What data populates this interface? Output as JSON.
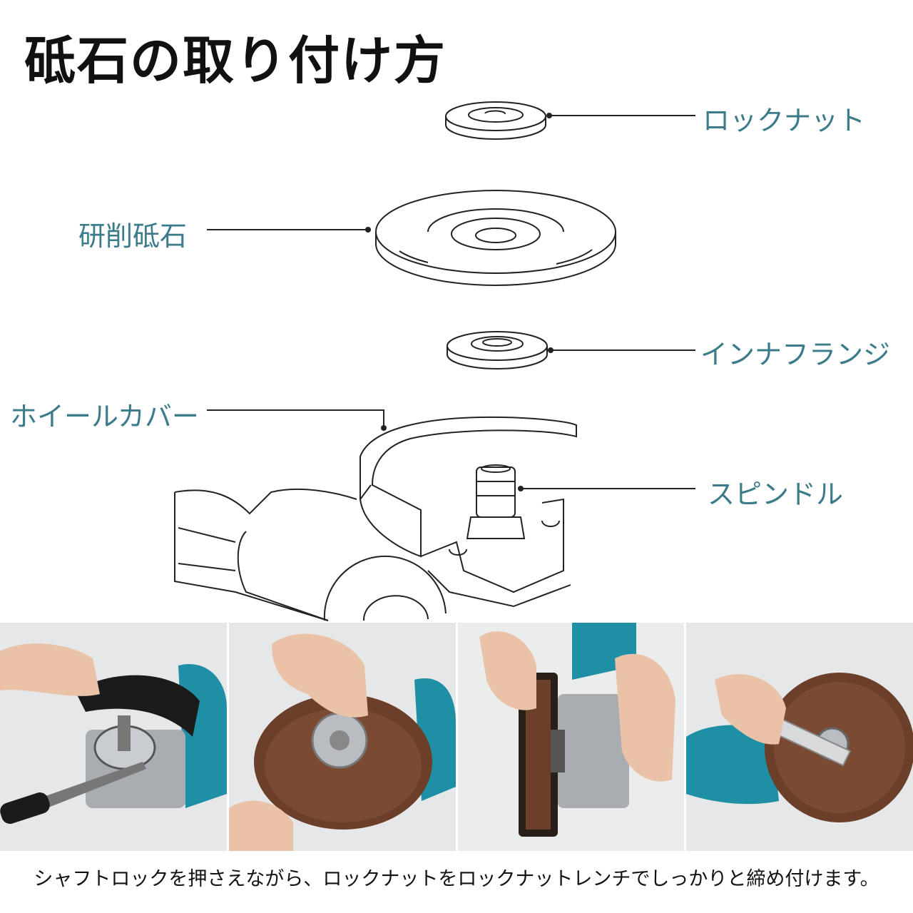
{
  "title": "砥石の取り付け方",
  "parts": {
    "lock_nut": "ロックナット",
    "grinding_wheel": "研削砥石",
    "inner_flange": "インナフランジ",
    "wheel_cover": "ホイールカバー",
    "spindle": "スピンドル"
  },
  "caption": "シャフトロックを押さえながら、ロックナットをロックナットレンチでしっかりと締め付けます。",
  "colors": {
    "label_teal": "#3b7b8a",
    "tool_teal": "#1f8fa5",
    "disc_brown": "#6b3f2a",
    "metal_gray": "#a9adb2",
    "skin": "#e9c2a8"
  },
  "photo_steps": [
    {
      "icon": "screwdriver-icon"
    },
    {
      "icon": "hand-icon"
    },
    {
      "icon": "hand-icon"
    },
    {
      "icon": "wrench-icon"
    }
  ]
}
